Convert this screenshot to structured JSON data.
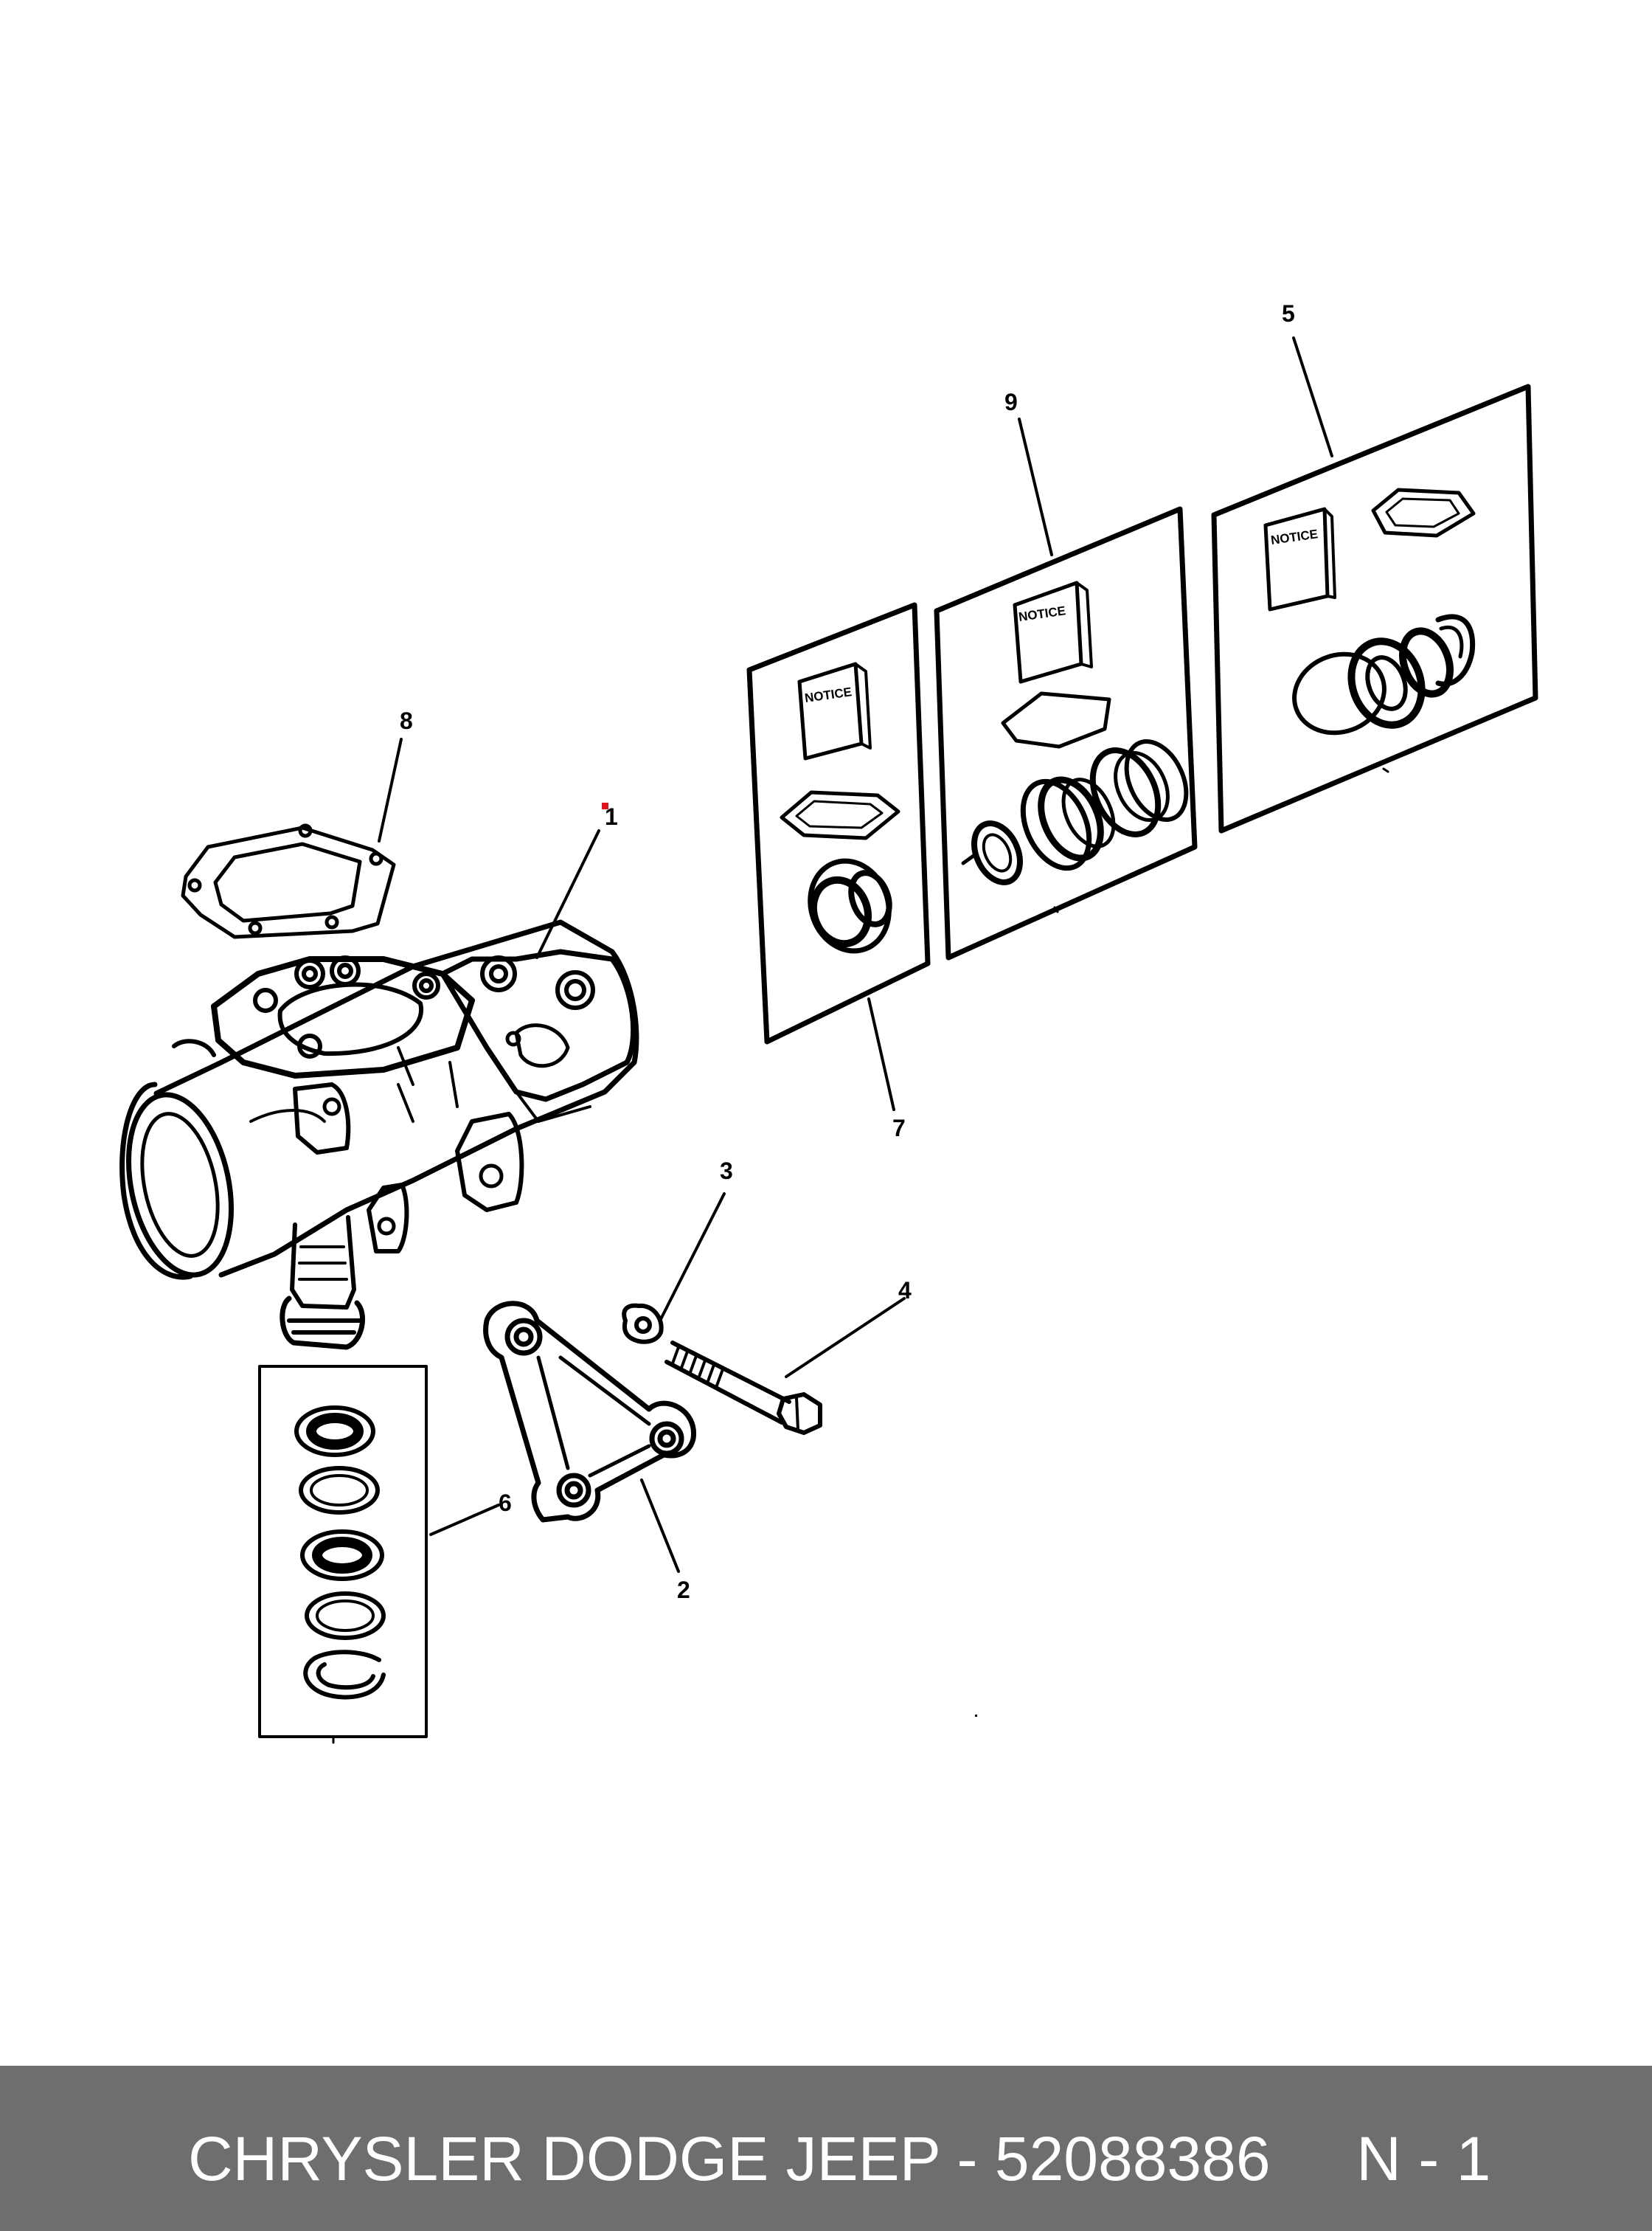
{
  "callouts": {
    "c1": "1",
    "c2": "2",
    "c3": "3",
    "c4": "4",
    "c5": "5",
    "c6": "6",
    "c7": "7",
    "c8": "8",
    "c9": "9"
  },
  "kit_labels": {
    "notice_7": "NOTICE",
    "notice_9": "NOTICE",
    "notice_5": "NOTICE"
  },
  "footer": {
    "text": "CHRYSLER DODGE JEEP - 52088386     N - 1"
  },
  "colors": {
    "footer_bg": "#6e6e6e",
    "footer_text": "#ffffff",
    "line_art": "#000000"
  }
}
